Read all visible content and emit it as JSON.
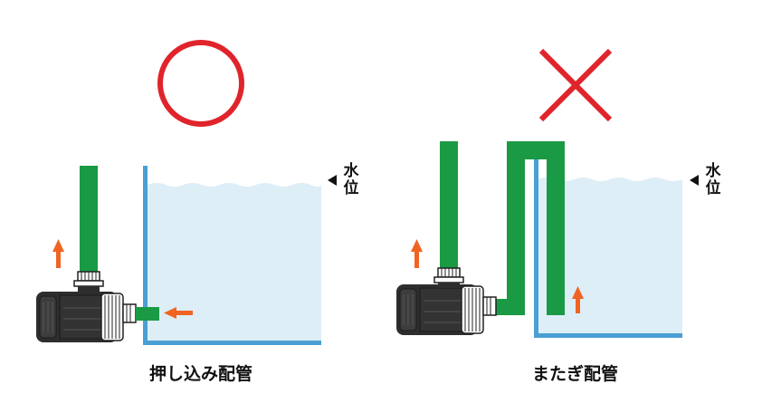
{
  "left_panel": {
    "verdict_symbol": "○",
    "verdict_meaning": "correct",
    "caption": "押し込み配管",
    "water_level_label": [
      "水",
      "位"
    ]
  },
  "right_panel": {
    "verdict_symbol": "×",
    "verdict_meaning": "incorrect",
    "caption": "またぎ配管",
    "water_level_label": [
      "水",
      "位"
    ]
  },
  "colors": {
    "correct_mark": "#e0242b",
    "wrong_mark": "#e0242b",
    "pipe_green": "#1a9a44",
    "tank_wall": "#4a9fd4",
    "water": "#ddeef7",
    "arrow_orange": "#f06423",
    "pump_body": "#2e2e2e"
  }
}
